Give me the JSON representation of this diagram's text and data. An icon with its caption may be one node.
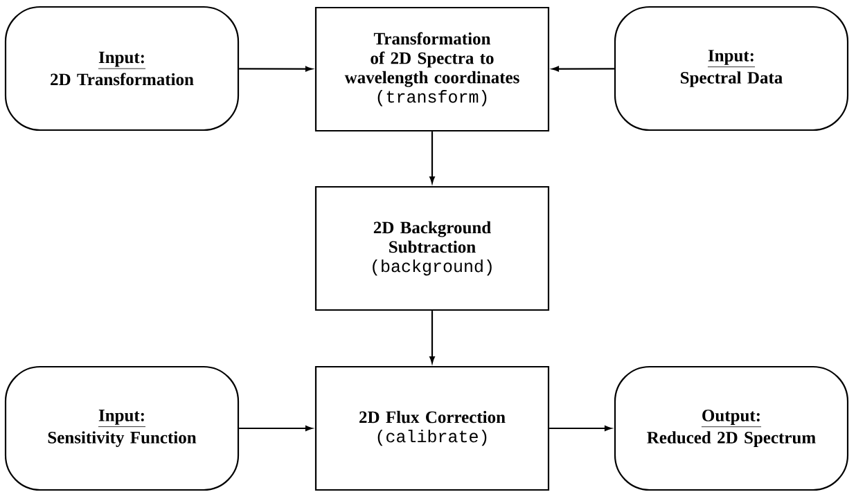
{
  "diagram": {
    "nodes": [
      {
        "text": [
          "Input:",
          "2D Transformation"
        ]
      },
      {
        "text": [
          "Transformation of 2D Spectra to wavelength coordinates",
          "(transform)"
        ]
      },
      {
        "text": [
          "Input:",
          "Spectral Data"
        ]
      },
      {
        "text": [
          "2D Background Subtraction",
          "(background)"
        ]
      },
      {
        "text": [
          "Input:",
          "Sensitivity Function"
        ]
      },
      {
        "text": [
          "2D Flux Correction",
          "(calibrate)"
        ]
      },
      {
        "text": [
          "Output:",
          "Reduced 2D Spectrum"
        ]
      }
    ],
    "edges": [
      {
        "from": 0,
        "to": 1,
        "arrow": "to"
      },
      {
        "from": 2,
        "to": 1,
        "arrow": "to"
      },
      {
        "from": 1,
        "to": 3,
        "arrow": "to"
      },
      {
        "from": 3,
        "to": 5,
        "arrow": "to"
      },
      {
        "from": 4,
        "to": 5,
        "arrow": "to"
      },
      {
        "from": 5,
        "to": 6,
        "arrow": "to"
      }
    ]
  }
}
